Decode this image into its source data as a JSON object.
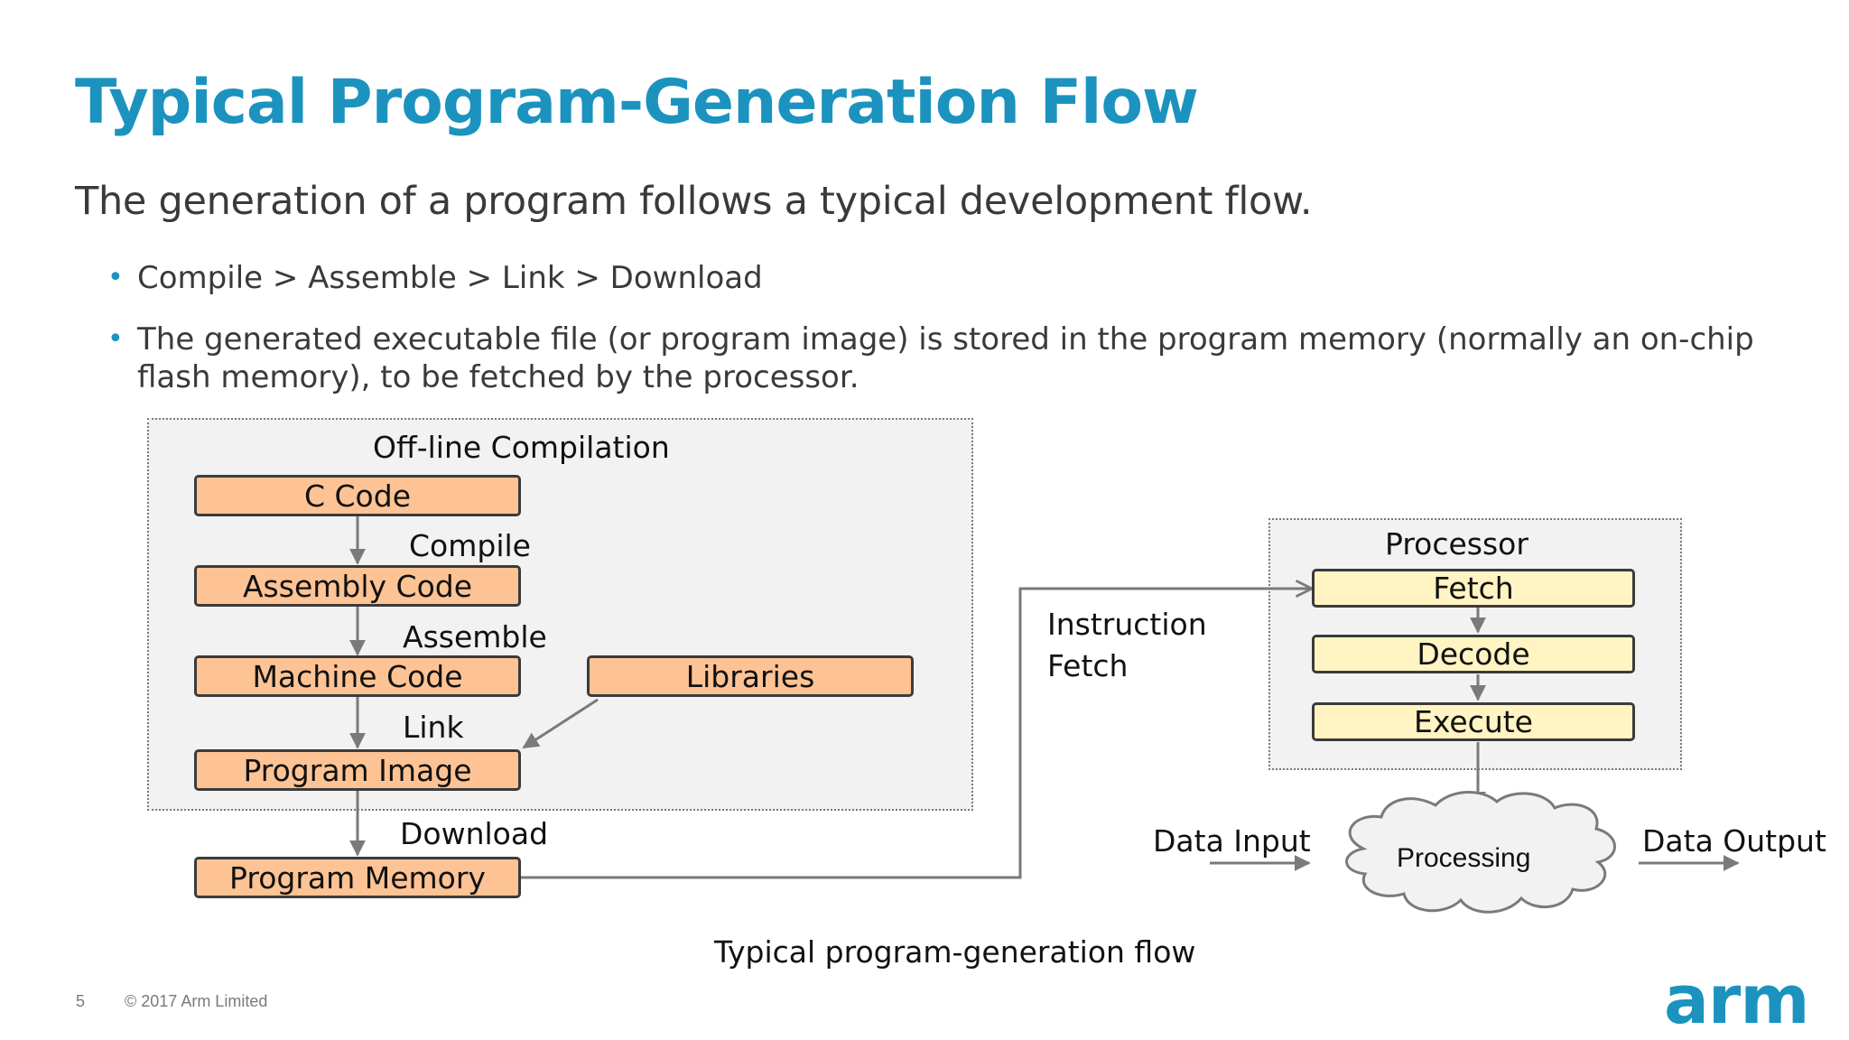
{
  "slide": {
    "title": "Typical Program-Generation Flow",
    "subtitle": "The generation of a program follows a typical development flow.",
    "bullets": [
      "Compile > Assemble > Link > Download",
      "The generated executable file (or program image) is stored in the program memory (normally an on-chip flash memory), to be fetched by the processor."
    ],
    "bullet_symbol": "•"
  },
  "diagram": {
    "offline_group_label": "Off-line Compilation",
    "boxes": {
      "c_code": "C Code",
      "assembly_code": "Assembly Code",
      "machine_code": "Machine Code",
      "libraries": "Libraries",
      "program_image": "Program Image",
      "program_memory": "Program Memory"
    },
    "steps": {
      "compile": "Compile",
      "assemble": "Assemble",
      "link": "Link",
      "download": "Download"
    },
    "instruction_fetch_line1": "Instruction",
    "instruction_fetch_line2": "Fetch",
    "processor_group_label": "Processor",
    "processor_stages": {
      "fetch": "Fetch",
      "decode": "Decode",
      "execute": "Execute"
    },
    "processing": "Processing",
    "data_input": "Data Input",
    "data_output": "Data Output",
    "caption": "Typical program-generation flow",
    "colors": {
      "flow_box": "#fdc394",
      "processor_box": "#fff4c2",
      "group_background": "#f2f2f2",
      "arrow": "#7a7a7a",
      "accent": "#1b93be"
    }
  },
  "footer": {
    "page_number": "5",
    "copyright": "© 2017 Arm Limited",
    "logo": "arm"
  }
}
